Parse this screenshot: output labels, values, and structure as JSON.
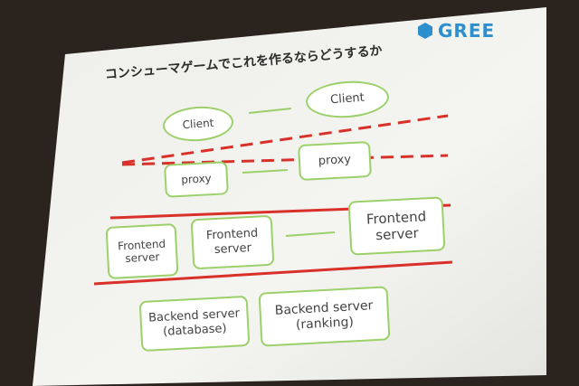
{
  "slide": {
    "title": "コンシューマゲームでこれを作るならどうするか",
    "logo_text": "GREE"
  },
  "diagram": {
    "client_left": "Client",
    "client_right": "Client",
    "proxy_left": "proxy",
    "proxy_right": "proxy",
    "frontend_1": [
      "Frontend",
      "server"
    ],
    "frontend_2": [
      "Frontend",
      "server"
    ],
    "frontend_3": [
      "Frontend",
      "server"
    ],
    "backend_1": [
      "Backend server",
      "(database)"
    ],
    "backend_2": [
      "Backend server",
      "(ranking)"
    ]
  },
  "colors": {
    "node_border": "#9bd06a",
    "divider": "#d9312a",
    "logo": "#2e8fcf"
  }
}
